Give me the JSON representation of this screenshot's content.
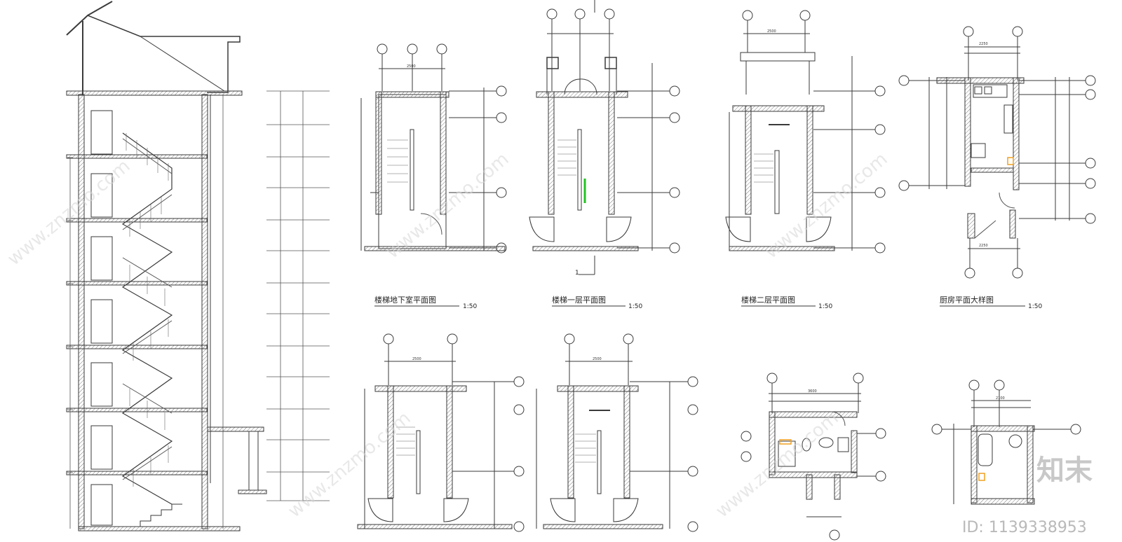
{
  "drawing": {
    "plan_titles": {
      "basement": "楼梯地下室平面图",
      "first": "楼梯一层平面图",
      "second": "楼梯二层平面图",
      "kitchen": "厨房平面大样图"
    },
    "scale_label": "1:50",
    "section_marker": "1",
    "kitchen_dims": {
      "top": "2250",
      "bottom": "2250"
    },
    "stair_width": "2500",
    "bath_width": "3600",
    "small_bath_width": "2100",
    "watermark": "www.znzmo.com",
    "brand": "知末",
    "id_text": "ID: 1139338953",
    "colors": {
      "line": "#3a3a3a",
      "hatch": "#8a8a8a",
      "accent_green": "#22c322",
      "accent_orange": "#f0a020"
    }
  }
}
